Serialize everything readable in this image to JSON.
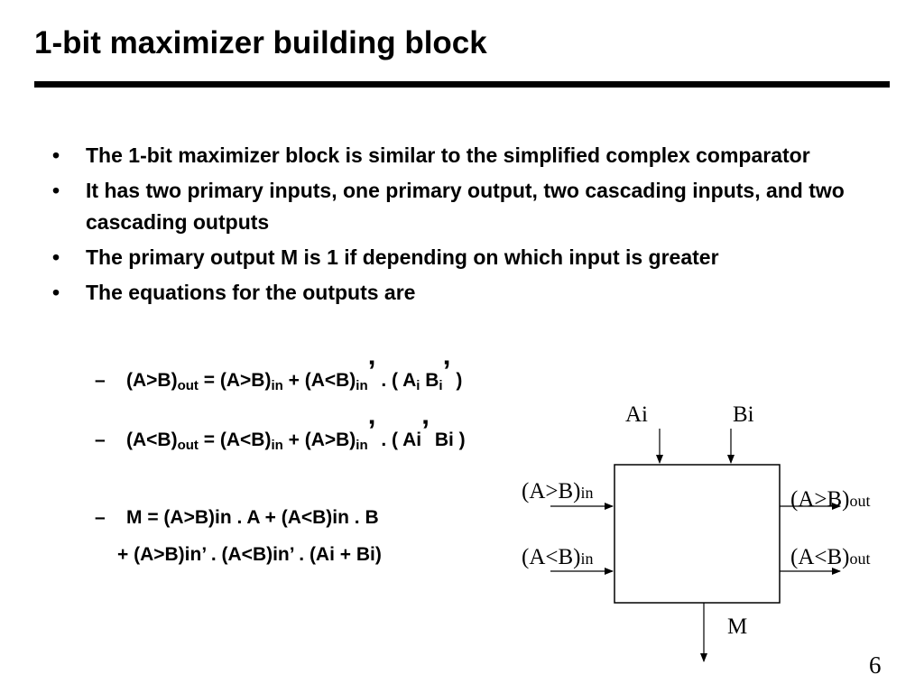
{
  "slide": {
    "title": "1-bit maximizer building block",
    "number": "6"
  },
  "bullets": [
    {
      "text": "The 1-bit maximizer block is similar to the simplified complex comparator"
    },
    {
      "text": "It has two primary inputs, one primary output, two cascading inputs, and two cascading outputs"
    },
    {
      "text": "The primary output M is 1 if depending on which input is greater"
    },
    {
      "text": "The equations for the outputs are"
    }
  ],
  "equations": {
    "eq1": {
      "lhs": "(A>B)",
      "lhs_sub": "out",
      "eq_a": " = (A>B)",
      "a_sub": "in",
      "plus": " + (A<B)",
      "b_sub": "in",
      "prime1": "’",
      "mid": " . ( A",
      "ai_sub": "i",
      "b_label": "  B",
      "bi_sub": "i",
      "prime2": "’",
      "end": " )"
    },
    "eq2": {
      "lhs": "(A<B)",
      "lhs_sub": "out",
      "eq_a": " = (A<B)",
      "a_sub": "in",
      "plus": " + (A>B)",
      "b_sub": "in",
      "prime1": "’",
      "mid": " . ( Ai",
      "prime2": "’",
      "end": "  Bi )"
    },
    "eq3": {
      "line1": "M = (A>B)in . A + (A<B)in . B",
      "line2": "+ (A>B)in’ . (A<B)in’ . (Ai + Bi)"
    }
  },
  "diagram": {
    "input_ai": "Ai",
    "input_bi": "Bi",
    "cascade_in_gt": {
      "main": "(A>B)",
      "sub": "in"
    },
    "cascade_in_lt": {
      "main": "(A<B)",
      "sub": "in"
    },
    "cascade_out_gt": {
      "main": "(A>B)",
      "sub": "out"
    },
    "cascade_out_lt": {
      "main": "(A<B)",
      "sub": "out"
    },
    "output_m": "M"
  }
}
